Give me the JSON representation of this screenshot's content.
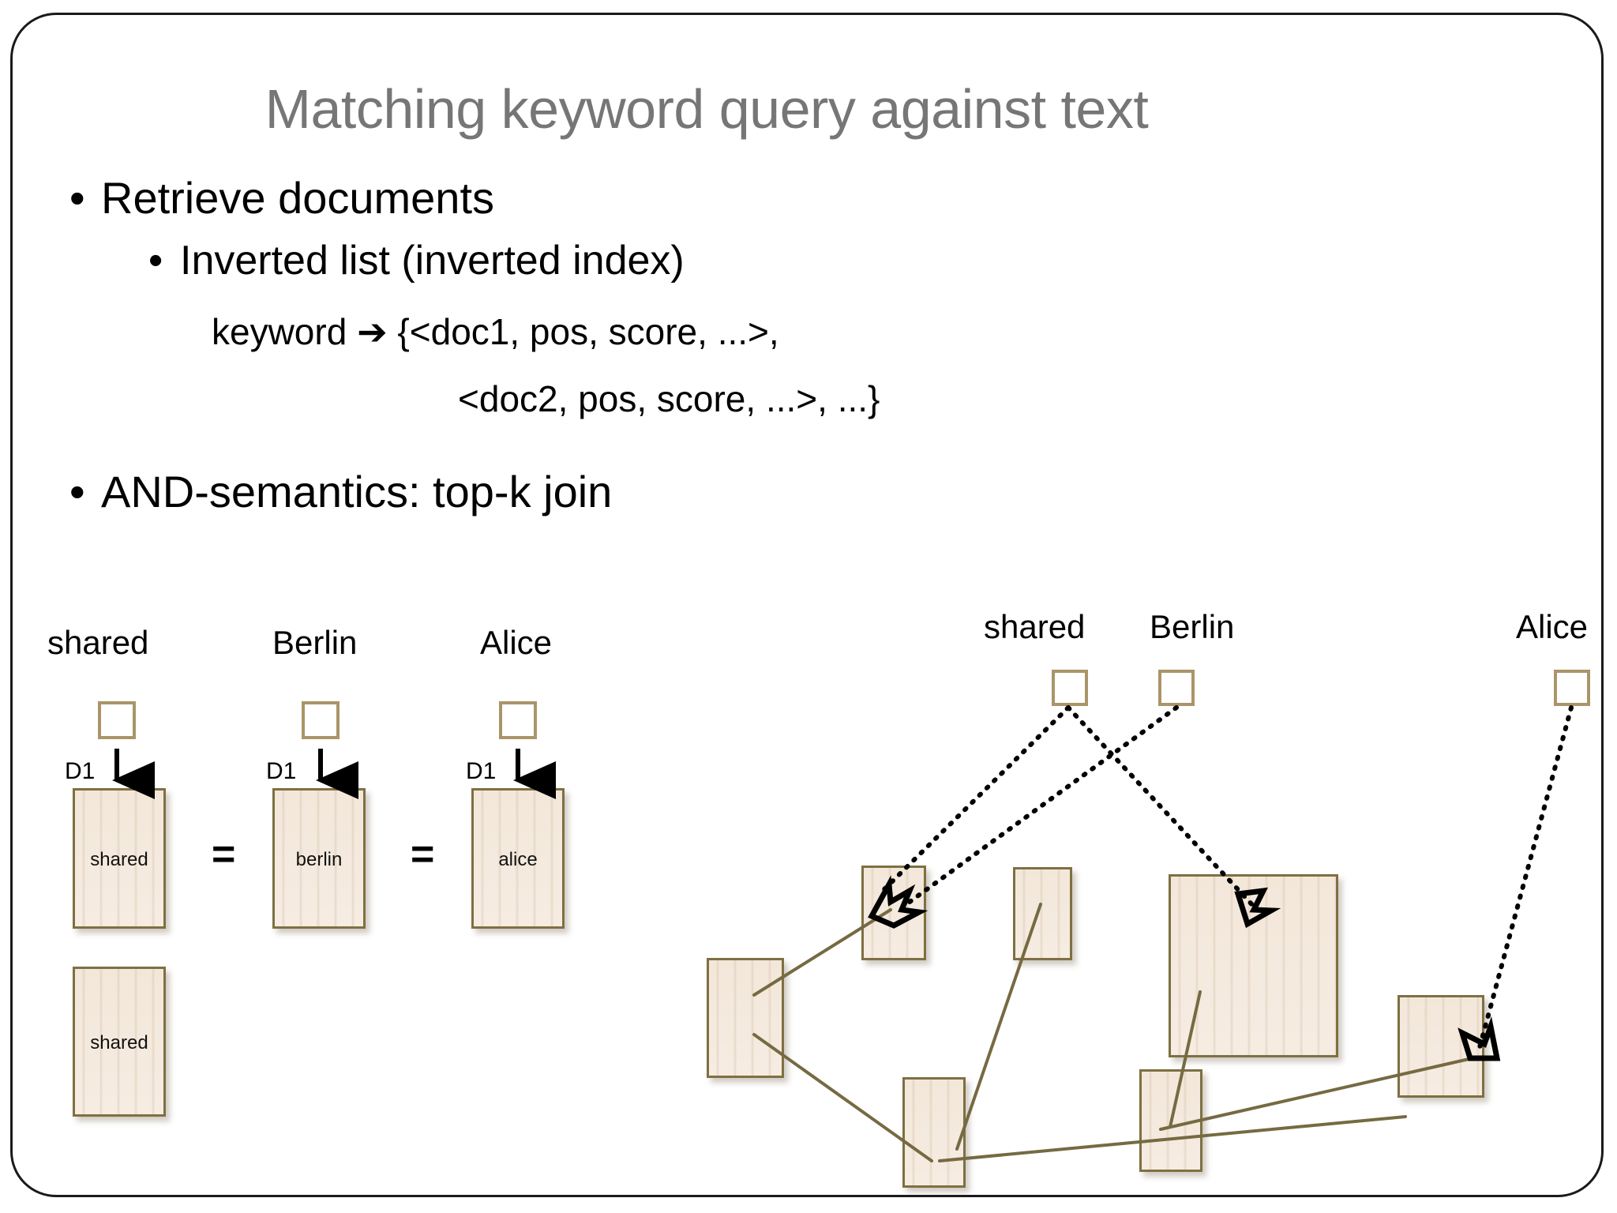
{
  "slide": {
    "title": "Matching keyword query against text",
    "title_color": "#767676",
    "border_color": "#1a1a1a",
    "background": "#ffffff"
  },
  "bullets": [
    {
      "marker": "•",
      "text": "Retrieve documents",
      "level": 1
    },
    {
      "marker": "•",
      "text": "Inverted list (inverted index)",
      "level": 2
    },
    {
      "marker": "",
      "text": "keyword ➔ {<doc1, pos, score, ...>,",
      "level": 3
    },
    {
      "marker": "",
      "text": "<doc2, pos, score, ...>, ...}",
      "level": 3
    },
    {
      "marker": "•",
      "text": "AND-semantics: top-k join",
      "level": 1
    }
  ],
  "left_diagram": {
    "columns": [
      {
        "heading": "shared",
        "doc_id": "D1",
        "doc_text": "shared",
        "second_doc_text": "shared"
      },
      {
        "heading": "Berlin",
        "doc_id": "D1",
        "doc_text": "berlin"
      },
      {
        "heading": "Alice",
        "doc_id": "D1",
        "doc_text": "alice"
      }
    ],
    "operators": [
      "=",
      "="
    ],
    "doc_fill": "#f4eade",
    "doc_border": "#7e7042",
    "keyword_box_border": "#a99568"
  },
  "right_diagram": {
    "keyword_labels": [
      "shared",
      "Berlin",
      "Alice"
    ],
    "edge_style_keyword": "dotted",
    "edge_style_graph": "solid",
    "graph_edge_color": "#766a42",
    "node_count": 7,
    "keyword_node_count": 3
  }
}
